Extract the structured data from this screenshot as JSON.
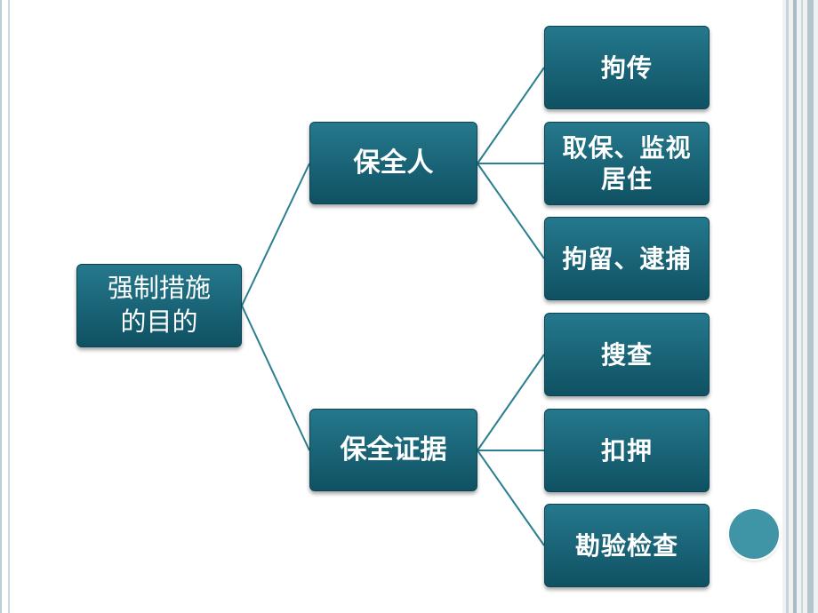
{
  "diagram": {
    "root": {
      "label": "强制措施的目的"
    },
    "branches": [
      {
        "label": "保全人",
        "children": [
          {
            "label": "拘传"
          },
          {
            "label": "取保、监视居住"
          },
          {
            "label": "拘留、逮捕"
          }
        ]
      },
      {
        "label": "保全证据",
        "children": [
          {
            "label": "搜查"
          },
          {
            "label": "扣押"
          },
          {
            "label": "勘验检查"
          }
        ]
      }
    ]
  },
  "colors": {
    "node_top": "#25788c",
    "node_bottom": "#0f5163",
    "connector": "#2a7f90",
    "accent_circle": "#3f95a6"
  }
}
